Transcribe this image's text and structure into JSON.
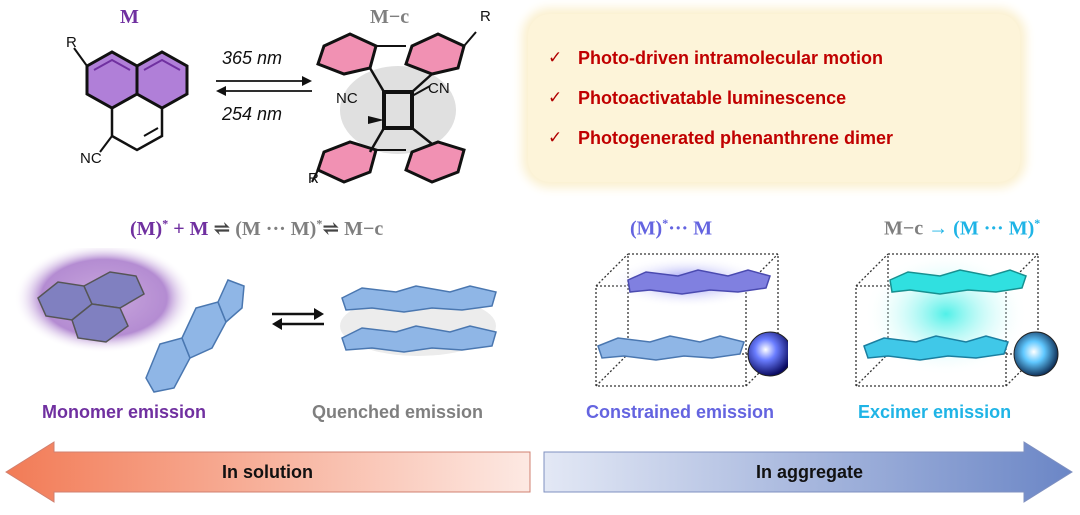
{
  "top": {
    "monomer_label": "M",
    "cyclo_label": "M−c",
    "forward_wavelength": "365 nm",
    "reverse_wavelength": "254 nm",
    "substituent_r": "R",
    "substituent_nc": "NC",
    "substituent_cn": "CN"
  },
  "features": {
    "items": [
      "Photo-driven intramolecular motion",
      "Photoactivatable luminescence",
      "Photogenerated phenanthrene dimer"
    ],
    "check": "✓"
  },
  "equations": {
    "solution": {
      "a": "(M)",
      "star": "*",
      "plus": " + M ",
      "eq1": "⇌",
      "b": " (M ··· M)",
      "star2": "*",
      "eq2": "⇌",
      "c": " M−c"
    },
    "constrained": {
      "a": "(M)",
      "star": "*",
      "b": "··· M"
    },
    "excimer": {
      "a": "M−c ",
      "arrow": "→",
      "b": " (M ··· M)",
      "star": "*"
    }
  },
  "emissions": {
    "monomer": "Monomer emission",
    "quenched": "Quenched emission",
    "constrained": "Constrained emission",
    "excimer": "Excimer emission"
  },
  "bottom": {
    "left_label": "In solution",
    "right_label": "In aggregate"
  },
  "colors": {
    "purple": "#7030a0",
    "gray": "#7f7f7f",
    "blue": "#6464e0",
    "cyan": "#1fb4e6",
    "red": "#c00000",
    "pink": "#e8608a",
    "hex_blue": "#7fa9dc"
  }
}
